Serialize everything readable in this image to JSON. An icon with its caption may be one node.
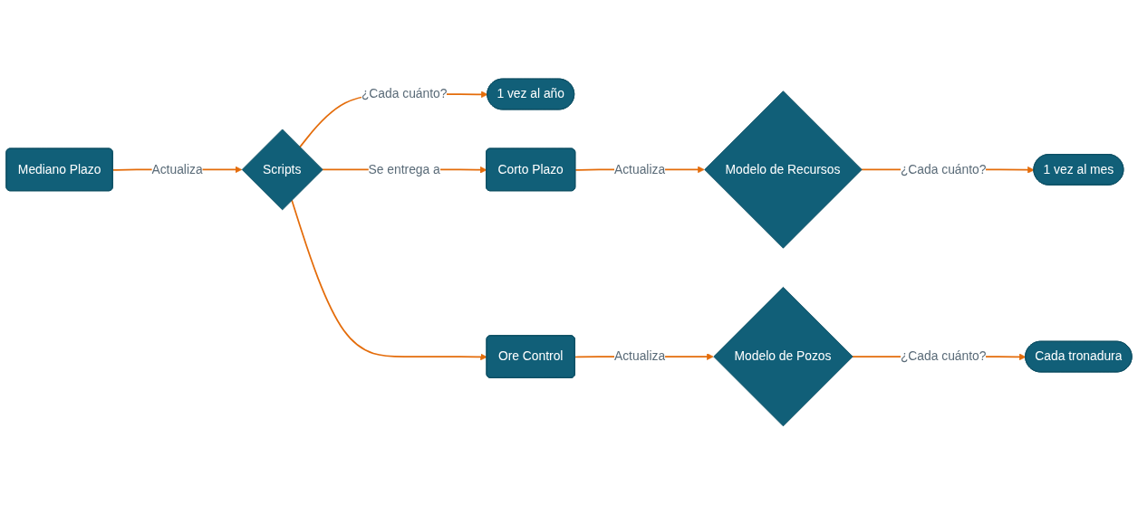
{
  "diagram": {
    "nodes": [
      {
        "text": [
          "Mediano Plazo"
        ]
      },
      {
        "text": [
          "Scripts"
        ]
      },
      {
        "text": [
          "1 vez al año"
        ]
      },
      {
        "text": [
          "Corto Plazo"
        ]
      },
      {
        "text": [
          "Modelo de Recursos"
        ]
      },
      {
        "text": [
          "1 vez al mes"
        ]
      },
      {
        "text": [
          "Ore Control"
        ]
      },
      {
        "text": [
          "Modelo de Pozos"
        ]
      },
      {
        "text": [
          "Cada tronadura"
        ]
      }
    ],
    "edges": [
      {
        "from": 0,
        "to": 1,
        "arrow": "to",
        "label": "Actualiza"
      },
      {
        "from": 1,
        "to": 2,
        "arrow": "to",
        "label": "¿Cada cuánto?"
      },
      {
        "from": 1,
        "to": 3,
        "arrow": "to",
        "label": "Se entrega a"
      },
      {
        "from": 1,
        "to": 6,
        "arrow": "to"
      },
      {
        "from": 3,
        "to": 4,
        "arrow": "to",
        "label": "Actualiza"
      },
      {
        "from": 4,
        "to": 5,
        "arrow": "to",
        "label": "¿Cada cuánto?"
      },
      {
        "from": 6,
        "to": 7,
        "arrow": "to",
        "label": "Actualiza"
      },
      {
        "from": 7,
        "to": 8,
        "arrow": "to",
        "label": "¿Cada cuánto?"
      }
    ]
  }
}
